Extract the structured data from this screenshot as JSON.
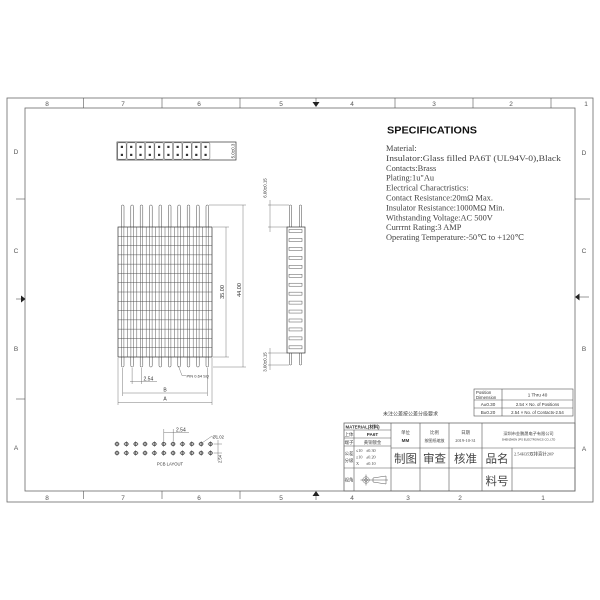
{
  "frame": {
    "columns_top": [
      "8",
      "7",
      "6",
      "5",
      "4",
      "3",
      "2",
      "1"
    ],
    "columns_bottom": [
      "8",
      "7",
      "6",
      "5",
      "4",
      "3",
      "2",
      "1"
    ],
    "rows_left": [
      "D",
      "C",
      "B",
      "A"
    ],
    "rows_right": [
      "D",
      "C",
      "B",
      "A"
    ]
  },
  "specifications": {
    "title": "SPECIFICATIONS",
    "lines": [
      "Material:",
      "Insulator:Glass filled PA6T (UL94V-0),Black",
      "Contacts:Brass",
      "Plating:1u\"Au",
      "Electrical Charactristics:",
      "Contact Resistance:20mΩ Max.",
      "Insulator Resistance:1000MΩ Min.",
      "Withstanding Voltage:AC 500V",
      "Currrnt Rating:3 AMP",
      "Operating Temperature:-50℃ to +120℃"
    ]
  },
  "drawing": {
    "top_view": {
      "height_dim": "5.0±0.3"
    },
    "front_view": {
      "body_height": "35.00",
      "total_height": "44.00",
      "pitch": "2.54",
      "pin_note": "PIN 0.64 SQ",
      "dim_b": "B",
      "dim_a": "A"
    },
    "side_view": {
      "top_pin_dim": "6.00±0.15",
      "bottom_pin_dim": "3.00±0.15"
    },
    "pcb_layout": {
      "title": "PCB LAYOUT",
      "pitch_h": "2.54",
      "pitch_v": "2.54",
      "hole_dia": "Ø1.02"
    }
  },
  "dimension_table": {
    "header": {
      "label_line1": "Position",
      "label_line2": "Dimension",
      "value": "1 Thru 40"
    },
    "rows": [
      {
        "label": "A±0.30",
        "formula": "2.54 × No. of Positions"
      },
      {
        "label": "B±0.20",
        "formula": "2.54 × No. of Contacts-2.54"
      }
    ]
  },
  "tolerance_note": "未注公差按公差分级要求",
  "title_block": {
    "material": {
      "header": "MATERIAL(材料)",
      "rows": [
        {
          "label": "上体",
          "value": "PA6T"
        },
        {
          "label": "端子",
          "value": "黄铜镀金"
        }
      ],
      "tolerance_label": [
        "公差",
        "分级"
      ],
      "tolerances": [
        {
          "range": "≤10",
          "value": "±0.30"
        },
        {
          "range": "≤10",
          "value": "±0.20"
        },
        {
          "range": "X",
          "value": "±0.10"
        }
      ],
      "projection_label": "视角"
    },
    "unit": {
      "label": "单位",
      "value": "MM"
    },
    "scale": {
      "label": "比例",
      "value": "按图纸缩放"
    },
    "date": {
      "label": "日期",
      "value": "2019-10-31"
    },
    "company": {
      "name_cn": "深圳市金鹏晟电子有限公司",
      "name_en": "SHENZHEN JPS ELECTRONICS CO.,LTD"
    },
    "drawn_label": "制图",
    "checked_label": "审查",
    "approved_label": "核准",
    "product_name_label": "品名",
    "product_name": "2.54H35双排直针20P",
    "part_no_label": "料号"
  }
}
